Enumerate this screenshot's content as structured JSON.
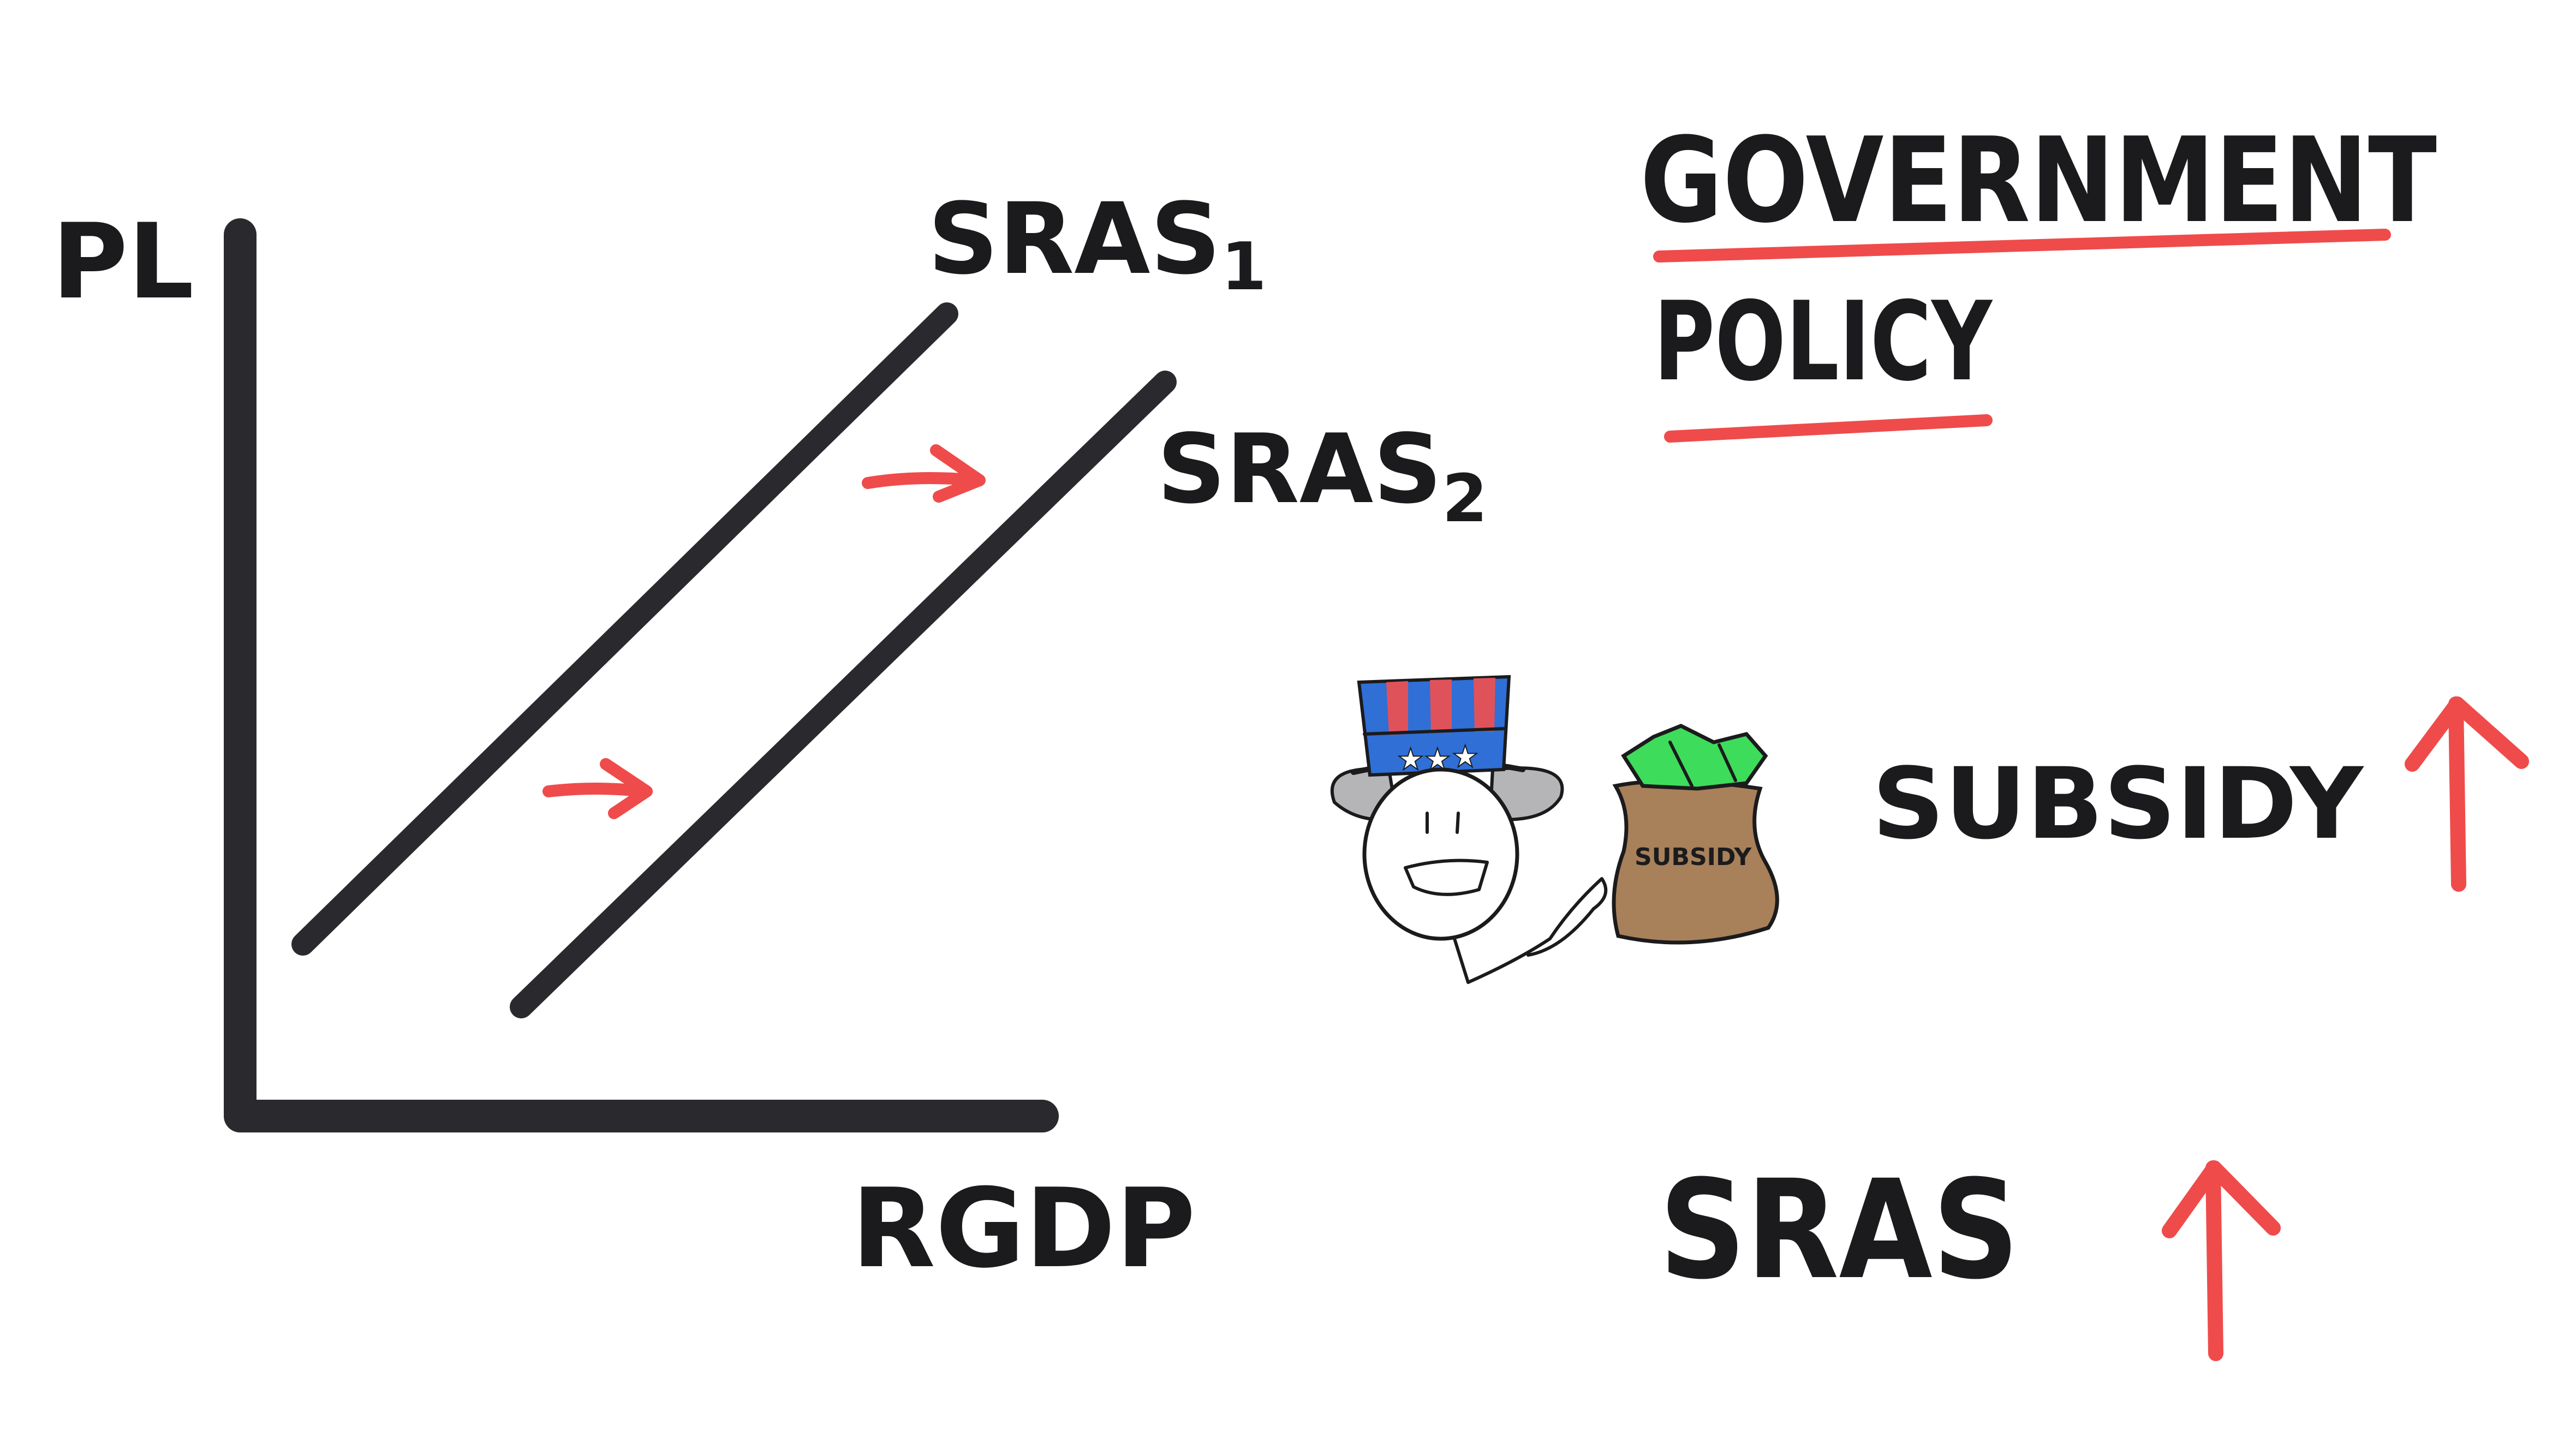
{
  "graph": {
    "y_axis_label": "PL",
    "x_axis_label": "RGDP",
    "curve1_label": "SRAS",
    "curve1_subscript": "1",
    "curve2_label": "SRAS",
    "curve2_subscript": "2"
  },
  "title": {
    "line1": "GOVERNMENT",
    "line2": "POLICY"
  },
  "illustration": {
    "bag_label": "SUBSIDY"
  },
  "effects": {
    "subsidy_label": "SUBSIDY",
    "sras_label": "SRAS"
  },
  "colors": {
    "ink": "#2a2a2e",
    "accent_red": "#ef4b4b",
    "hat_blue": "#2f6fd6",
    "hat_red": "#e0525a",
    "money_green": "#3ddc5a",
    "bag_brown": "#a8805a",
    "ear_gray": "#b5b5b8"
  }
}
